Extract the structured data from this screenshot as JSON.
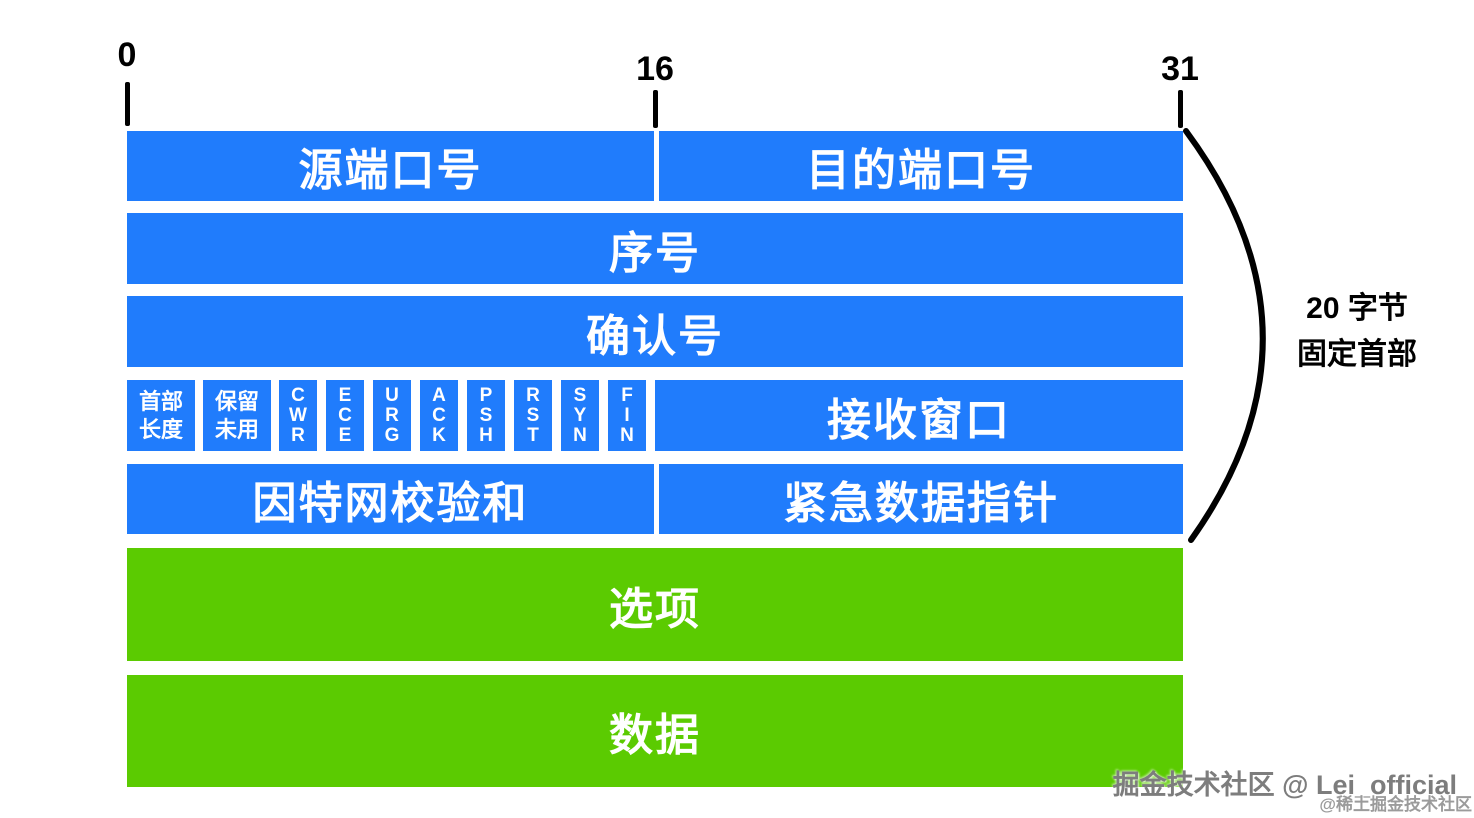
{
  "colors": {
    "blue": "#207CFC",
    "green": "#5BCB01",
    "text_on_box": "#FFFFFF",
    "scale_text": "#000000"
  },
  "bit_labels": [
    "0",
    "16",
    "31"
  ],
  "fields": {
    "source_port": "源端口号",
    "dest_port": "目的端口号",
    "sequence": "序号",
    "acknowledgment": "确认号",
    "header_length_line1": "首部",
    "header_length_line2": "长度",
    "reserved_line1": "保留",
    "reserved_line2": "未用",
    "flags": [
      "CWR",
      "ECE",
      "URG",
      "ACK",
      "PSH",
      "RST",
      "SYN",
      "FIN"
    ],
    "receive_window": "接收窗口",
    "checksum": "因特网校验和",
    "urgent_pointer": "紧急数据指针",
    "options": "选项",
    "data": "数据"
  },
  "annotation": {
    "line1": "20 字节",
    "line2": "固定首部"
  },
  "watermark": {
    "primary": "掘金技术社区 @ Lei_official",
    "secondary": "@稀土掘金技术社区"
  }
}
